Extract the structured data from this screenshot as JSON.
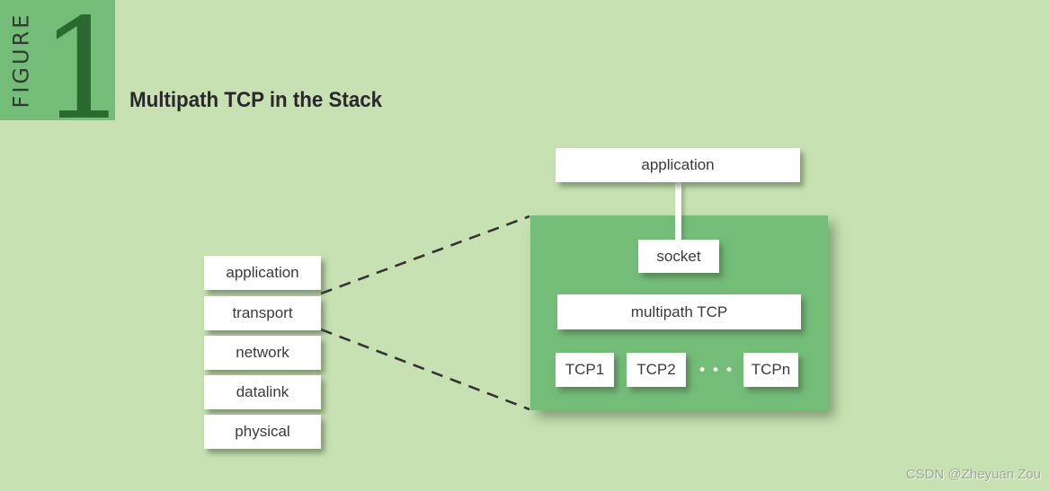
{
  "figure_badge": {
    "vertical_label": "FIGURE",
    "number": "1"
  },
  "title": "Multipath TCP in the Stack",
  "stack": {
    "layers": [
      "application",
      "transport",
      "network",
      "datalink",
      "physical"
    ]
  },
  "zoom_view": {
    "application": "application",
    "socket": "socket",
    "multipath": "multipath TCP",
    "tcp_boxes": [
      "TCP1",
      "TCP2",
      "TCPn"
    ],
    "dots": "•••"
  },
  "watermark": "CSDN @Zheyuan Zou",
  "colors": {
    "background": "#c8e1b2",
    "panel_green": "#73bd79",
    "figure_number_green": "#2a6a31",
    "box_fill": "#ffffff",
    "box_text": "#3a3a3a",
    "title_text": "#29292b",
    "dashed_line": "#333333"
  }
}
